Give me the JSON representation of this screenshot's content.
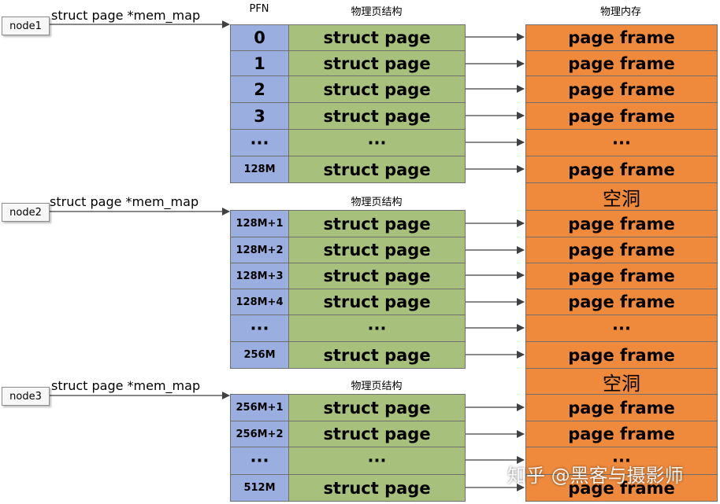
{
  "headers": {
    "pfn": "PFN",
    "struct_top": "物理页结构",
    "memory": "物理内存",
    "struct_node2": "物理页结构",
    "struct_node3": "物理页结构"
  },
  "nodes": [
    {
      "label": "node1",
      "pointer": "struct page *mem_map"
    },
    {
      "label": "node2",
      "pointer": "struct page *mem_map"
    },
    {
      "label": "node3",
      "pointer": "struct page *mem_map"
    }
  ],
  "rows": [
    {
      "pfn": "0",
      "struct": "struct page",
      "frame": "page frame"
    },
    {
      "pfn": "1",
      "struct": "struct page",
      "frame": "page frame"
    },
    {
      "pfn": "2",
      "struct": "struct page",
      "frame": "page frame"
    },
    {
      "pfn": "3",
      "struct": "struct page",
      "frame": "page frame"
    },
    {
      "pfn": "···",
      "struct": "···",
      "frame": "···"
    },
    {
      "pfn": "128M",
      "struct": "struct page",
      "frame": "page frame"
    },
    {
      "pfn": "128M+1",
      "struct": "struct page",
      "frame": "page frame"
    },
    {
      "pfn": "128M+2",
      "struct": "struct page",
      "frame": "page frame"
    },
    {
      "pfn": "128M+3",
      "struct": "struct page",
      "frame": "page frame"
    },
    {
      "pfn": "128M+4",
      "struct": "struct page",
      "frame": "page frame"
    },
    {
      "pfn": "···",
      "struct": "···",
      "frame": "···"
    },
    {
      "pfn": "256M",
      "struct": "struct page",
      "frame": "page frame"
    },
    {
      "pfn": "256M+1",
      "struct": "struct page",
      "frame": "page frame"
    },
    {
      "pfn": "256M+2",
      "struct": "struct page",
      "frame": "page frame"
    },
    {
      "pfn": "···",
      "struct": "···",
      "frame": "···"
    },
    {
      "pfn": "512M",
      "struct": "struct page",
      "frame": "page frame"
    }
  ],
  "holes": [
    "空洞",
    "空洞"
  ],
  "watermark": "知乎 @黑客与摄影师",
  "colors": {
    "pfn_cell": "#9aaee0",
    "struct_cell": "#a7c17c",
    "frame_cell": "#ef8a3d"
  }
}
